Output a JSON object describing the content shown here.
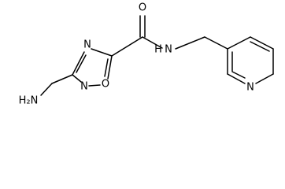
{
  "molecule": {
    "atoms": {
      "nh2": "H₂N",
      "ring_n_top": "N",
      "ring_n_bottom": "N",
      "ring_o": "O",
      "carbonyl_o": "O",
      "amide_n": "N",
      "amide_h": "H",
      "pyridine_n": "N"
    }
  },
  "colors": {
    "bond": "#000000",
    "label": "#000000",
    "background": "#ffffff"
  }
}
